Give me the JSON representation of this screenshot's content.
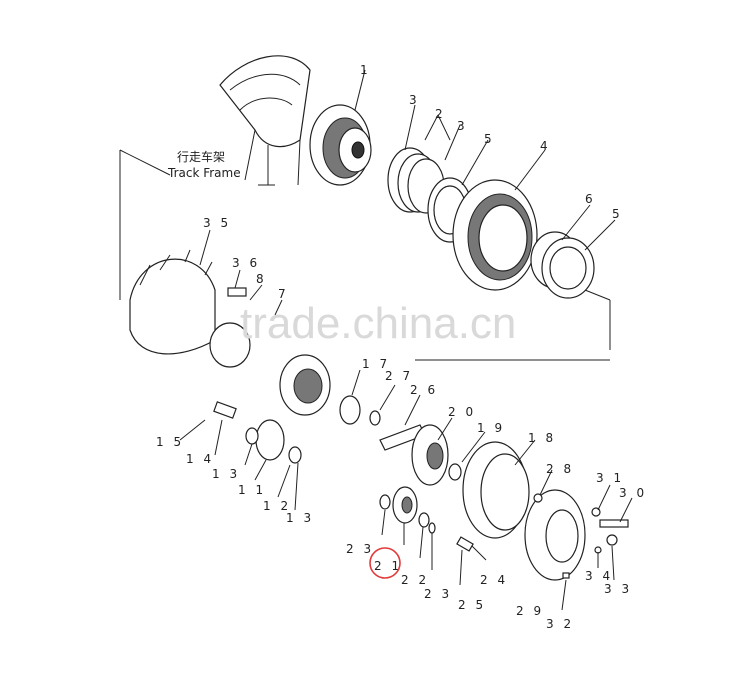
{
  "frame_label_cn": "行走车架",
  "frame_label_en": "Track Frame",
  "watermark": "trade.china.cn",
  "highlight_color": "#e03a3a",
  "callouts": {
    "c1": "1",
    "c2": "2",
    "c3a": "3",
    "c3b": "3",
    "c4": "4",
    "c5a": "5",
    "c5b": "5",
    "c6": "6",
    "c7": "7",
    "c8": "8",
    "c11": "1 1",
    "c12": "1 2",
    "c13a": "1 3",
    "c13b": "1 3",
    "c14": "1 4",
    "c15": "1 5",
    "c17": "1 7",
    "c18": "1 8",
    "c19": "1 9",
    "c20": "2 0",
    "c21": "2 1",
    "c22": "2 2",
    "c23a": "2 3",
    "c23b": "2 3",
    "c24": "2 4",
    "c25": "2 5",
    "c26": "2 6",
    "c27": "2 7",
    "c28": "2 8",
    "c29": "2 9",
    "c30": "3 0",
    "c31": "3 1",
    "c32": "3 2",
    "c33": "3 3",
    "c34": "3 4",
    "c35": "3 5",
    "c36": "3 6"
  }
}
